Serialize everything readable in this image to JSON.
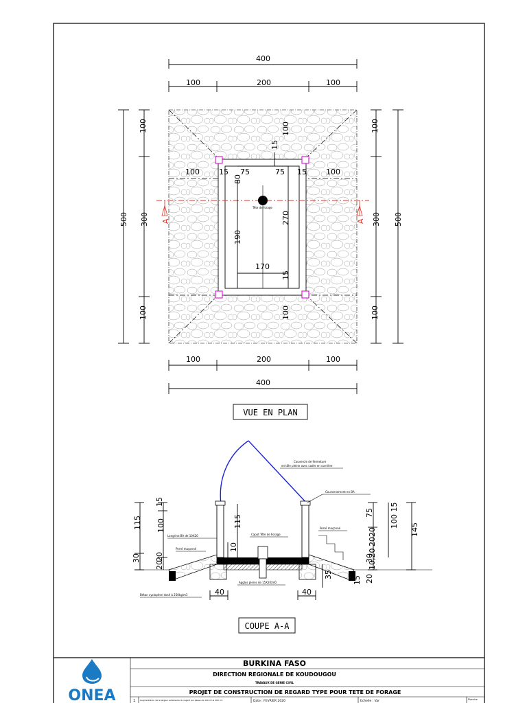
{
  "plan": {
    "top_total": "400",
    "top_left": "100",
    "top_mid": "200",
    "top_right": "100",
    "bottom_total": "400",
    "bottom_left": "100",
    "bottom_mid": "200",
    "bottom_right": "100",
    "left_total": "500",
    "left_top": "100",
    "left_mid": "300",
    "left_bot": "100",
    "right_total": "500",
    "right_top": "100",
    "right_mid": "300",
    "right_bot": "100",
    "inner_100_top": "100",
    "inner_15_top": "15",
    "inner_100_left": "100",
    "inner_15_left": "15",
    "inner_75_left": "75",
    "inner_75_right": "75",
    "inner_15_right": "15",
    "inner_100_right": "100",
    "inner_80": "80",
    "inner_190": "190",
    "inner_270": "270",
    "inner_170": "170",
    "inner_15_bot": "15",
    "inner_100_bot": "100",
    "borehole_label": "Tête de forage",
    "section_mark": "A",
    "view_title": "VUE EN PLAN"
  },
  "section": {
    "label_cover": "Couvercle de fermeture",
    "label_cover2": "en tôle pleine avec cadre en cornière",
    "label_coping": "Couronnement en BA",
    "label_longrine": "Longrine BA de 10X20",
    "label_masonry_left": "Perré maçonné",
    "label_capot": "Capot Tête de Forage",
    "label_masonry_right": "Perré maçonné",
    "label_beton": "Béton cyclopéen dosé à 250kg/m3",
    "label_agglos": "Agglos pleins de 15X20X40",
    "dim_left_outer_115": "115",
    "dim_left_outer_30": "30",
    "dim_left_15": "15",
    "dim_left_100": "100",
    "dim_left_20a": "20",
    "dim_left_20b": "20",
    "dim_mid_115": "115",
    "dim_mid_10": "10",
    "dim_right_75": "75",
    "dim_right_100_15": "100 15",
    "dim_right_145": "145",
    "dim_right_2020": "2020",
    "dim_right_30": "30",
    "dim_right_1020": "10,20",
    "dim_right_35": "35",
    "dim_right_20": "20",
    "dim_right_15": "15",
    "dim_foot_left": "40",
    "dim_foot_right": "40",
    "view_title": "COUPE A-A"
  },
  "title_block": {
    "country": "BURKINA  FASO",
    "direction": "DIRECTION REGIONALE DE KOUDOUGOU",
    "works": "TRAVAUX DE GENIE CIVIL",
    "project": "PROJET DE CONSTRUCTION DE REGARD TYPE POUR TETE DE FORAGE",
    "logo_text": "ONEA",
    "row_num": "1",
    "row_desc": "Augmentation de la largeur extérieure du regard qui passe de 100 cm à 400 cm",
    "row_date_label": "Date : FEVRIER 2020",
    "row_scale_label": "Echelle : Var",
    "row_page_label": "Planche"
  },
  "colors": {
    "cut_line": "#e53020",
    "cover": "#1a24d6",
    "posts": "#e020e0",
    "logo_blue": "#1a7bc4"
  }
}
